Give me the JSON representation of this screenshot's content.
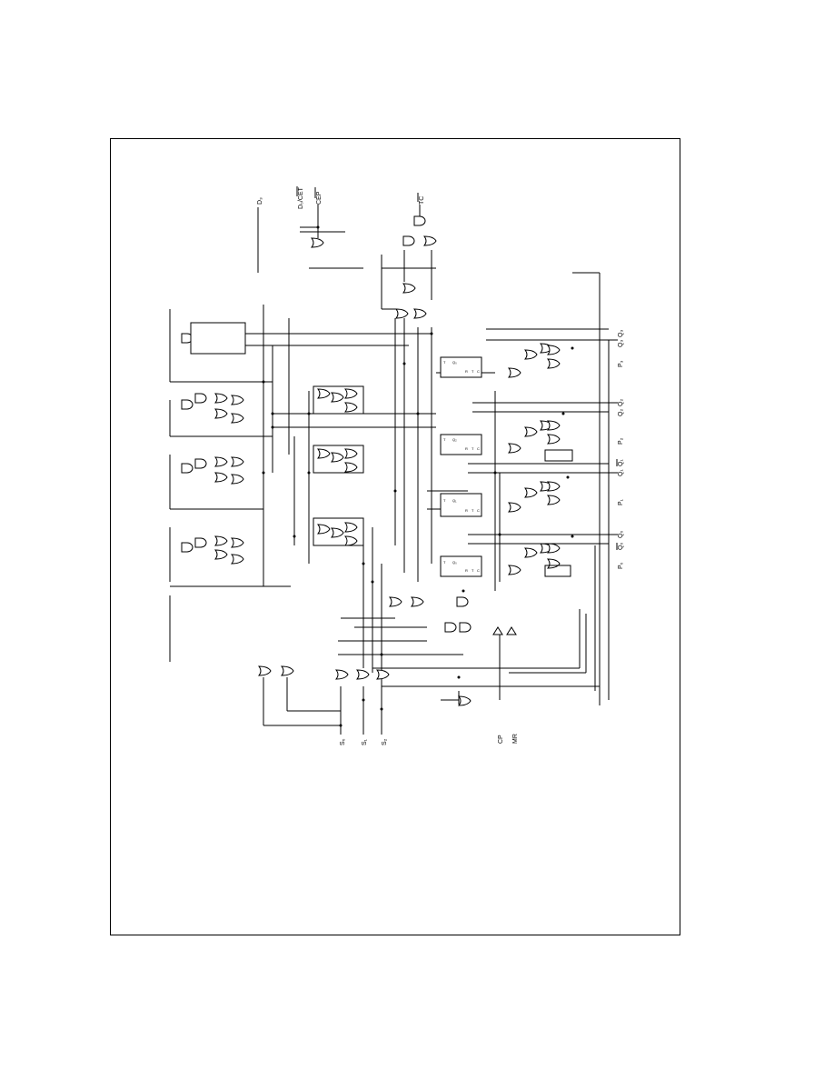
{
  "diagram": {
    "labels": {
      "d3": "D₃",
      "d0_cet": "D₀/CET",
      "cep": "CEP",
      "tc": "TC",
      "s0": "S₀",
      "s1": "S₁",
      "s2": "S₂",
      "cp": "CP",
      "mr": "MR",
      "q3": "Q₃",
      "p3": "P₃",
      "q2": "Q₂",
      "q2b": "Q₂",
      "p2": "P₂",
      "q1": "Q₁",
      "q1b": "Q₁",
      "p1": "P₁",
      "q0": "Q₀",
      "q0b": "Q₀",
      "p0": "P₀"
    },
    "flipflops": [
      {
        "name": "ff3",
        "pins": [
          "T",
          "Q₀",
          "R",
          "T",
          "C"
        ]
      },
      {
        "name": "ff2",
        "pins": [
          "T",
          "Q₂",
          "R",
          "T",
          "C"
        ]
      },
      {
        "name": "ff1",
        "pins": [
          "T",
          "Q₁",
          "R",
          "T",
          "C"
        ]
      },
      {
        "name": "ff0",
        "pins": [
          "T",
          "Q₀",
          "R",
          "T",
          "C"
        ]
      }
    ]
  },
  "colors": {
    "ink": "#000000",
    "paper": "#ffffff"
  }
}
